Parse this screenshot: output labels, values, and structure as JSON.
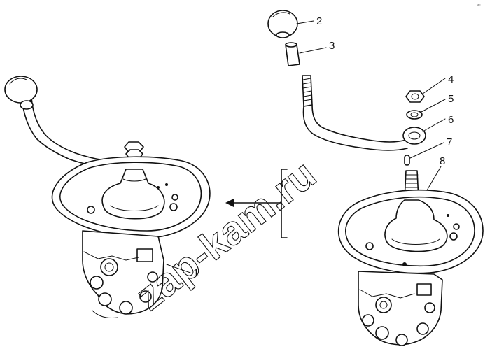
{
  "watermark": "zap-kam.ru",
  "corner_mark": "ab",
  "callouts": [
    {
      "id": "1",
      "label": "1"
    },
    {
      "id": "2",
      "label": "2"
    },
    {
      "id": "3",
      "label": "3"
    },
    {
      "id": "4",
      "label": "4"
    },
    {
      "id": "5",
      "label": "5"
    },
    {
      "id": "6",
      "label": "6"
    },
    {
      "id": "7",
      "label": "7"
    },
    {
      "id": "8",
      "label": "8"
    }
  ],
  "parts": [
    {
      "id": "assembly",
      "icon": "gearshift-assembly-icon"
    },
    {
      "id": "knob",
      "icon": "lever-knob-icon"
    },
    {
      "id": "sleeve",
      "icon": "sleeve-icon"
    },
    {
      "id": "nut",
      "icon": "hex-nut-icon"
    },
    {
      "id": "washer",
      "icon": "lock-washer-icon"
    },
    {
      "id": "lever",
      "icon": "bent-lever-icon"
    },
    {
      "id": "pin",
      "icon": "pin-icon"
    },
    {
      "id": "gear-control-housing",
      "icon": "housing-icon"
    }
  ]
}
